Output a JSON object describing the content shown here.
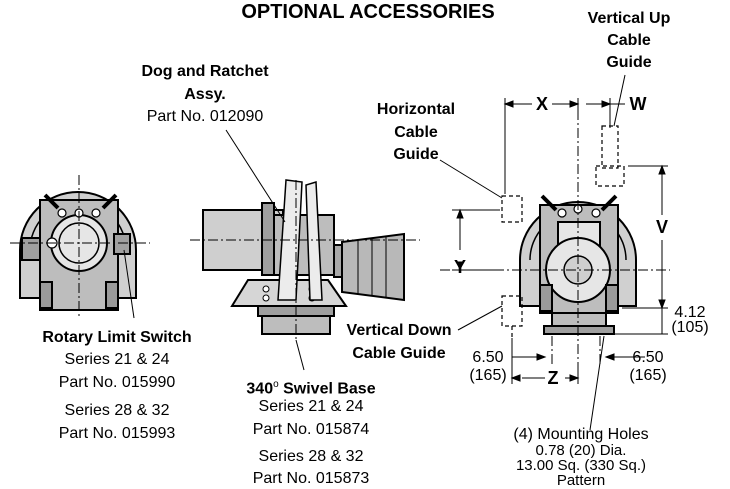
{
  "title": "OPTIONAL ACCESSORIES",
  "dog_ratchet": {
    "name_line1": "Dog and Ratchet",
    "name_line2": "Assy.",
    "part": "Part No. 012090"
  },
  "rotary_limit": {
    "name": "Rotary Limit Switch",
    "series1": "Series 21 & 24",
    "part1": "Part No. 015990",
    "series2": "Series 28 & 32",
    "part2": "Part No. 015993"
  },
  "swivel_base": {
    "name": "340",
    "degree": "o",
    "name_rest": " Swivel Base",
    "series1": "Series 21 & 24",
    "part1": "Part No. 015874",
    "series2": "Series 28 & 32",
    "part2": "Part No. 015873"
  },
  "horizontal_guide": {
    "line1": "Horizontal",
    "line2": "Cable",
    "line3": "Guide"
  },
  "vertical_up_guide": {
    "line1": "Vertical Up",
    "line2": "Cable",
    "line3": "Guide"
  },
  "vertical_down_guide": {
    "line1": "Vertical Down",
    "line2": "Cable Guide"
  },
  "dims": {
    "x": "X",
    "w": "W",
    "v": "V",
    "y": "Y",
    "z": "Z",
    "d412": "4.12",
    "d105": "(105)",
    "d650_left": "6.50",
    "d165_left": "(165)",
    "d650_right": "6.50",
    "d165_right": "(165)"
  },
  "mounting_holes": {
    "line1": "(4) Mounting Holes",
    "line2": "0.78 (20) Dia.",
    "line3": "13.00 Sq. (330 Sq.)",
    "line4": "Pattern"
  }
}
